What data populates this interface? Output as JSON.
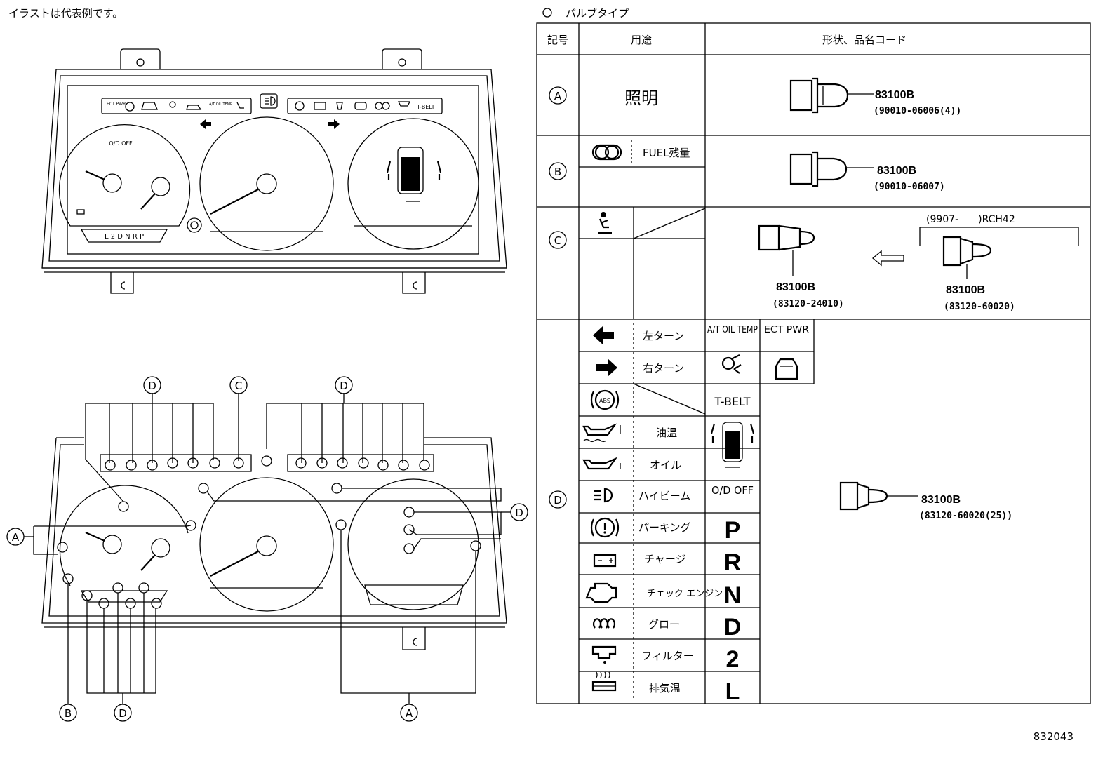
{
  "header": {
    "note": "イラストは代表例です。",
    "bulb_type_title": "バルブタイプ",
    "figure_number": "832043"
  },
  "gauge_labels": {
    "ecu_pwr": "ECT PWR",
    "at_oil_temp": "A/T OIL TEMP",
    "od_off": "O/D OFF",
    "t_belt": "T-BELT",
    "shift_positions": "L 2 D N R P"
  },
  "callouts": {
    "A": "A",
    "B": "B",
    "C": "C",
    "D": "D"
  },
  "table": {
    "headers": {
      "symbol": "記号",
      "usage": "用途",
      "shape_code": "形状、品名コード"
    },
    "row_a": {
      "label": "A",
      "usage": "照明",
      "part": "83100B",
      "code": "(90010-06006(4))"
    },
    "row_b": {
      "label": "B",
      "usage": "FUEL残量",
      "part": "83100B",
      "code": "(90010-06007)"
    },
    "row_c": {
      "label": "C",
      "range": "(9907-　　)RCH42",
      "part_left": "83100B",
      "code_left": "(83120-24010)",
      "part_right": "83100B",
      "code_right": "(83120-60020)"
    },
    "row_d": {
      "label": "D",
      "part": "83100B",
      "code": "(83120-60020(25))",
      "items": [
        "左ターン",
        "右ターン",
        "",
        "油温",
        "オイル",
        "ハイビーム",
        "パーキング",
        "チャージ",
        "チェック エンジン",
        "グロー",
        "フィルター",
        "排気温"
      ],
      "grid_labels": {
        "at_oil_temp": "A/T OIL TEMP",
        "ect_pwr": "ECT PWR",
        "t_belt": "T-BELT",
        "od_off": "O/D OFF",
        "p": "P",
        "r": "R",
        "n": "N",
        "d": "D",
        "two": "2",
        "l": "L"
      }
    }
  }
}
